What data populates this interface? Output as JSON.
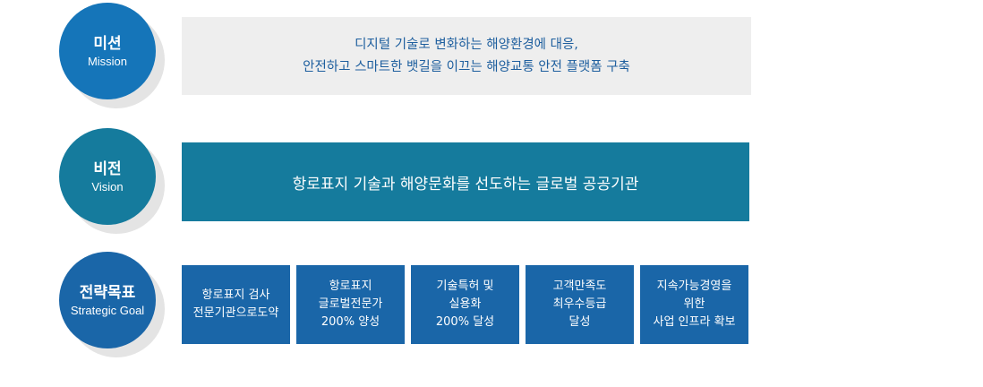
{
  "mission": {
    "title": "미션",
    "subtitle": "Mission",
    "lines": [
      "디지털 기술로 변화하는 해양환경에 대응,",
      "안전하고 스마트한 뱃길을 이끄는 해양교통 안전 플랫폼 구축"
    ]
  },
  "vision": {
    "title": "비전",
    "subtitle": "Vision",
    "text": "항로표지 기술과 해양문화를 선도하는 글로벌 공공기관"
  },
  "strategic_goal": {
    "title": "전략목표",
    "subtitle": "Strategic Goal",
    "goals": [
      {
        "lines": [
          "항로표지 검사",
          "전문기관으로도약"
        ]
      },
      {
        "lines": [
          "항로표지",
          "글로벌전문가",
          "200% 양성"
        ]
      },
      {
        "lines": [
          "기술특허 및",
          "실용화",
          "200% 달성"
        ]
      },
      {
        "lines": [
          "고객만족도",
          "최우수등급",
          "달성"
        ]
      },
      {
        "lines": [
          "지속가능경영을",
          "위한",
          "사업 인프라 확보"
        ]
      }
    ]
  },
  "colors": {
    "mission_circle": "#1575b9",
    "vision_circle": "#157b9d",
    "goal_circle": "#1a66a8",
    "mission_box_bg": "#eeeeee",
    "mission_text": "#1d5e9e",
    "vision_box_bg": "#157b9d",
    "goal_box_bg": "#1a66a8"
  }
}
